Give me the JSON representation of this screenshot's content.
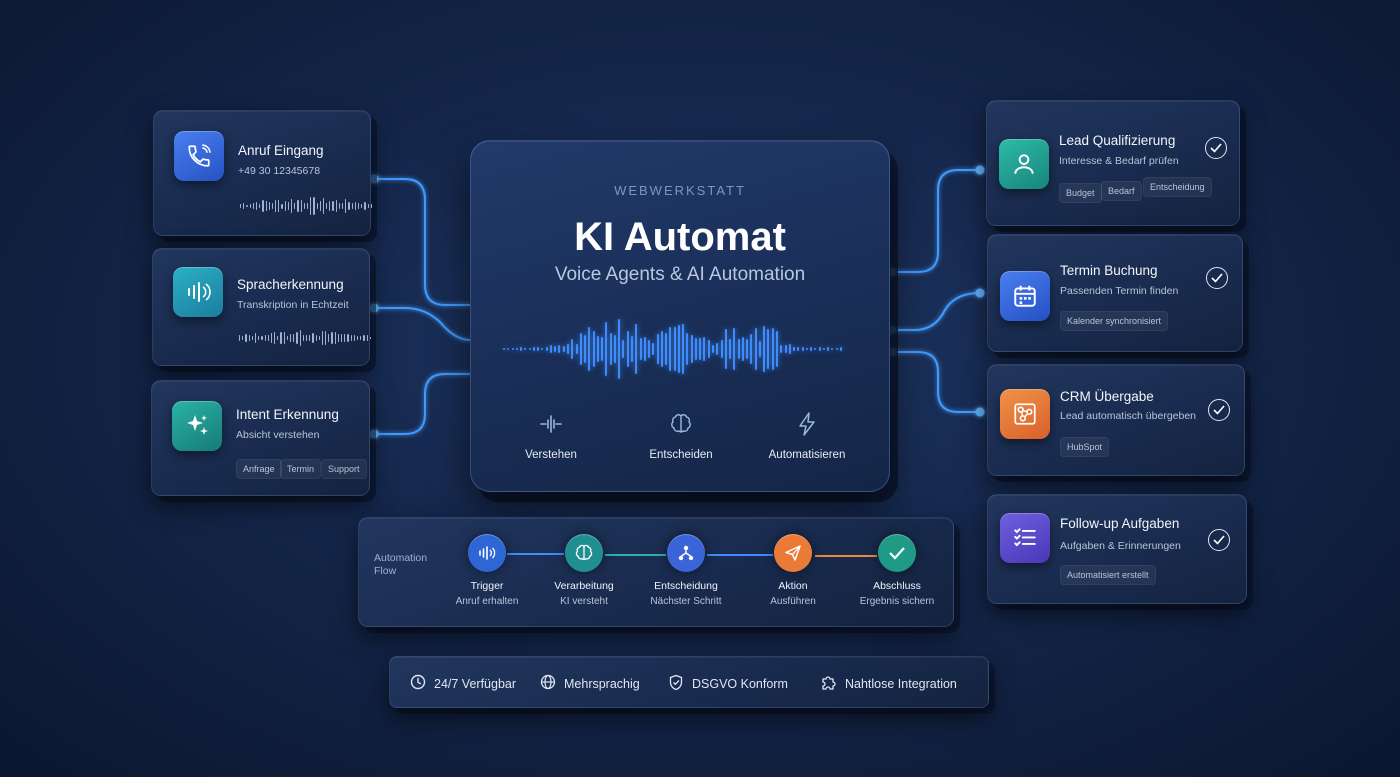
{
  "brand": "WEBWERKSTATT",
  "title": "KI Automat",
  "subtitle": "Voice Agents & AI Automation",
  "center_features": [
    {
      "icon": "waveform-icon",
      "label": "Verstehen"
    },
    {
      "icon": "brain-icon",
      "label": "Entscheiden"
    },
    {
      "icon": "lightning-icon",
      "label": "Automatisieren"
    }
  ],
  "left_cards": [
    {
      "icon": "phone-icon",
      "title": "Anruf Eingang",
      "subtitle": "+49 30 12345678",
      "tags": []
    },
    {
      "icon": "voice-icon",
      "title": "Spracherkennung",
      "subtitle": "Transkription in Echtzeit",
      "tags": []
    },
    {
      "icon": "sparkle-icon",
      "title": "Intent Erkennung",
      "subtitle": "Absicht verstehen",
      "tags": [
        "Anfrage",
        "Termin",
        "Support"
      ]
    }
  ],
  "right_cards": [
    {
      "icon": "user-icon",
      "title": "Lead Qualifizierung",
      "subtitle": "Interesse & Bedarf prüfen",
      "tags": [
        "Budget",
        "Bedarf",
        "Entscheidung"
      ]
    },
    {
      "icon": "calendar-icon",
      "title": "Termin Buchung",
      "subtitle": "Passenden Termin finden",
      "tags": [
        "Kalender synchronisiert"
      ]
    },
    {
      "icon": "crm-icon",
      "title": "CRM Übergabe",
      "subtitle": "Lead automatisch übergeben",
      "tags": [
        "HubSpot"
      ]
    },
    {
      "icon": "checklist-icon",
      "title": "Follow-up Aufgaben",
      "subtitle": "Aufgaben & Erinnerungen",
      "tags": [
        "Automatisiert erstellt"
      ]
    }
  ],
  "flow": {
    "label": "Automation\nFlow",
    "steps": [
      {
        "icon": "voice-icon",
        "title": "Trigger",
        "subtitle": "Anruf erhalten",
        "color": "#2f66d6"
      },
      {
        "icon": "brain-icon",
        "title": "Verarbeitung",
        "subtitle": "KI versteht",
        "color": "#1f8f92"
      },
      {
        "icon": "network-icon",
        "title": "Entscheidung",
        "subtitle": "Nächster Schritt",
        "color": "#3a64d8"
      },
      {
        "icon": "send-icon",
        "title": "Aktion",
        "subtitle": "Ausführen",
        "color": "#ea7a35"
      },
      {
        "icon": "check-icon",
        "title": "Abschluss",
        "subtitle": "Ergebnis sichern",
        "color": "#1f9a86"
      }
    ]
  },
  "bottom_bar": [
    {
      "icon": "clock-icon",
      "label": "24/7 Verfügbar"
    },
    {
      "icon": "globe-icon",
      "label": "Mehrsprachig"
    },
    {
      "icon": "shield-icon",
      "label": "DSGVO Konform"
    },
    {
      "icon": "puzzle-icon",
      "label": "Nahtlose Integration"
    }
  ],
  "colors": {
    "accent": "#3f8bff",
    "phone": "#2f61d3",
    "voice": "#1f8fb0",
    "sparkle": "#1d8f8a",
    "user": "#1f9a8a",
    "calendar": "#2f5fd0",
    "crm": "#e4783a",
    "checklist": "#5a4fd0"
  }
}
